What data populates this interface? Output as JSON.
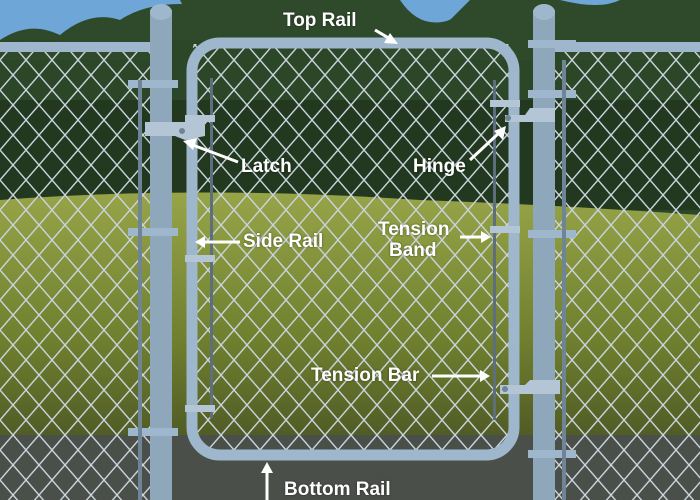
{
  "labels": {
    "top_rail": "Top Rail",
    "latch": "Latch",
    "hinge": "Hinge",
    "side_rail": "Side Rail",
    "tension_band_line1": "Tension",
    "tension_band_line2": "Band",
    "tension_bar": "Tension Bar",
    "bottom_rail": "Bottom Rail"
  },
  "colors": {
    "sky": "#6fa6d8",
    "trees": "#2c4628",
    "grass": "#8b9a3c",
    "ground": "#4b4f4a",
    "steel": "#9fb7cc",
    "mesh": "#c9d3dc"
  }
}
